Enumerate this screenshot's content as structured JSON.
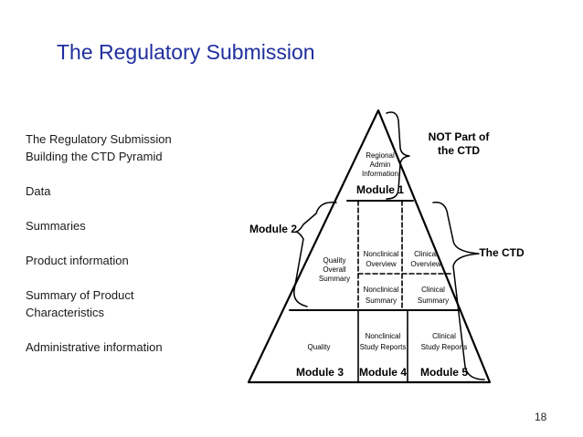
{
  "slide": {
    "title": "The Regulatory Submission",
    "bullets": [
      "The Regulatory Submission",
      "Building the CTD Pyramid",
      "Data",
      "Summaries",
      "Product information",
      "Summary of Product Characteristics",
      "Administrative information"
    ],
    "page_number": "18"
  },
  "diagram": {
    "module1": {
      "cell": [
        "Regional",
        "Admin",
        "Information"
      ],
      "label": "Module 1"
    },
    "module2_label": "Module 2",
    "quality_overall_summary": [
      "Quality",
      "Overall",
      "Summary"
    ],
    "nonclinical_overview": [
      "Nonclinical",
      "Overview"
    ],
    "clinical_overview": [
      "Clinical",
      "Overview"
    ],
    "nonclinical_summary": [
      "Nonclinical",
      "Summary"
    ],
    "clinical_summary": [
      "Clinical",
      "Summary"
    ],
    "quality": "Quality",
    "nonclinical_study_reports": [
      "Nonclinical",
      "Study Reports"
    ],
    "clinical_study_reports": [
      "Clinical",
      "Study Reports"
    ],
    "module3_label": "Module 3",
    "module4_label": "Module 4",
    "module5_label": "Module 5",
    "not_part": [
      "NOT Part of",
      "the CTD"
    ],
    "the_ctd": "The CTD"
  }
}
